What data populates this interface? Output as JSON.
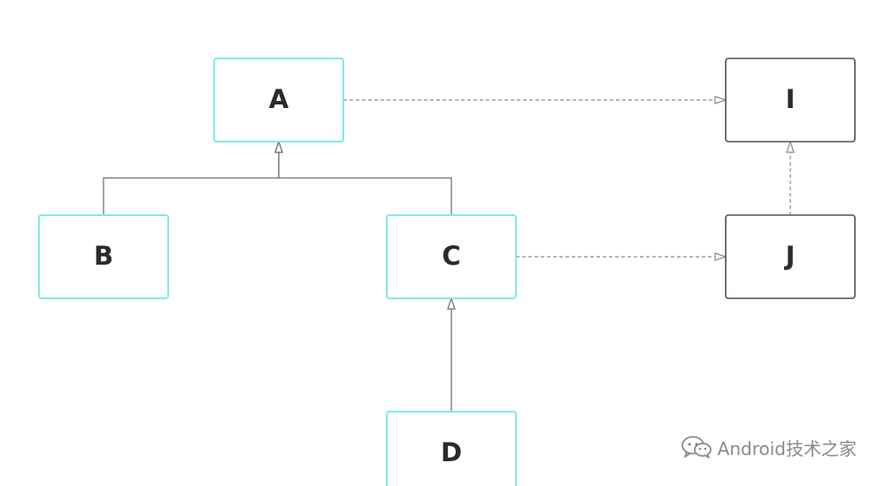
{
  "nodes": [
    {
      "id": "A",
      "label": "A",
      "kind": "class"
    },
    {
      "id": "B",
      "label": "B",
      "kind": "class"
    },
    {
      "id": "C",
      "label": "C",
      "kind": "class"
    },
    {
      "id": "D",
      "label": "D",
      "kind": "class"
    },
    {
      "id": "I",
      "label": "I",
      "kind": "interface"
    },
    {
      "id": "J",
      "label": "J",
      "kind": "interface"
    }
  ],
  "edges": [
    {
      "from": "B",
      "to": "A",
      "type": "inheritance"
    },
    {
      "from": "C",
      "to": "A",
      "type": "inheritance"
    },
    {
      "from": "D",
      "to": "C",
      "type": "inheritance"
    },
    {
      "from": "A",
      "to": "I",
      "type": "realization"
    },
    {
      "from": "C",
      "to": "J",
      "type": "realization"
    },
    {
      "from": "J",
      "to": "I",
      "type": "realization"
    }
  ],
  "colors": {
    "class_border": "#7eeaea",
    "interface_border": "#505050",
    "solid_line": "#6b6b6b",
    "dashed_line": "#8c8c8c",
    "label": "#2b2b2b"
  },
  "watermark": {
    "text": "Android技术之家",
    "icon": "wechat-icon"
  }
}
